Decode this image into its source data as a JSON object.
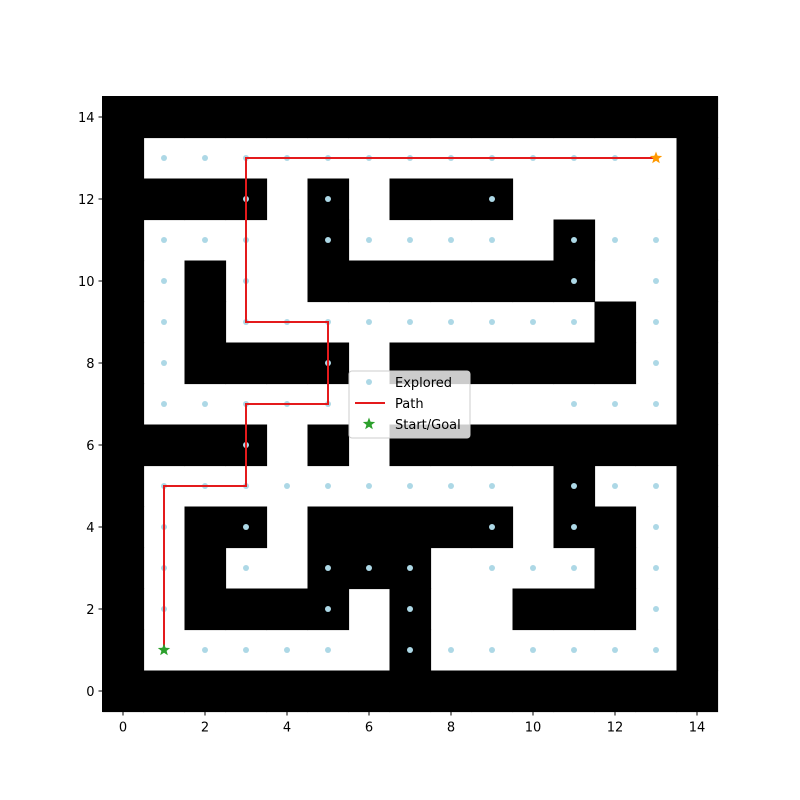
{
  "chart_data": {
    "type": "scatter",
    "title": "",
    "xlabel": "",
    "ylabel": "",
    "xlim": [
      -0.5,
      14.5
    ],
    "ylim": [
      -0.5,
      14.5
    ],
    "x_ticks": [
      "0",
      "2",
      "4",
      "6",
      "8",
      "10",
      "12",
      "14"
    ],
    "y_ticks": [
      "0",
      "2",
      "4",
      "6",
      "8",
      "10",
      "12",
      "14"
    ],
    "grid": false,
    "legend_position": "center",
    "colors": {
      "wall": "#000000",
      "free": "#ffffff",
      "explored": "#add8e6",
      "path": "#e41a1c",
      "start": "#2ca02c",
      "goal": "#ff9900"
    },
    "maze_rows_top_to_bottom": [
      "111111111111111",
      "100000000000001",
      "111101011100001",
      "100001000001001",
      "101001111111001",
      "101000000000101",
      "101111011111101",
      "100000000000001",
      "111101011111111",
      "100000000001001",
      "101101111101101",
      "101001110000101",
      "101111010011101",
      "100000010000001",
      "111111111111111"
    ],
    "maze_legend": "1 = wall, 0 = free cell; column index = x, top row is y = 14",
    "explored": [
      [
        1,
        1
      ],
      [
        2,
        1
      ],
      [
        3,
        1
      ],
      [
        4,
        1
      ],
      [
        5,
        1
      ],
      [
        7,
        1
      ],
      [
        8,
        1
      ],
      [
        9,
        1
      ],
      [
        10,
        1
      ],
      [
        11,
        1
      ],
      [
        12,
        1
      ],
      [
        13,
        1
      ],
      [
        1,
        2
      ],
      [
        5,
        2
      ],
      [
        7,
        2
      ],
      [
        13,
        2
      ],
      [
        1,
        3
      ],
      [
        3,
        3
      ],
      [
        5,
        3
      ],
      [
        6,
        3
      ],
      [
        7,
        3
      ],
      [
        9,
        3
      ],
      [
        10,
        3
      ],
      [
        11,
        3
      ],
      [
        13,
        3
      ],
      [
        1,
        4
      ],
      [
        3,
        4
      ],
      [
        9,
        4
      ],
      [
        11,
        4
      ],
      [
        13,
        4
      ],
      [
        1,
        5
      ],
      [
        2,
        5
      ],
      [
        3,
        5
      ],
      [
        4,
        5
      ],
      [
        5,
        5
      ],
      [
        6,
        5
      ],
      [
        7,
        5
      ],
      [
        8,
        5
      ],
      [
        9,
        5
      ],
      [
        11,
        5
      ],
      [
        12,
        5
      ],
      [
        13,
        5
      ],
      [
        3,
        6
      ],
      [
        1,
        7
      ],
      [
        2,
        7
      ],
      [
        3,
        7
      ],
      [
        4,
        7
      ],
      [
        5,
        7
      ],
      [
        11,
        7
      ],
      [
        12,
        7
      ],
      [
        13,
        7
      ],
      [
        1,
        8
      ],
      [
        5,
        8
      ],
      [
        13,
        8
      ],
      [
        1,
        9
      ],
      [
        3,
        9
      ],
      [
        4,
        9
      ],
      [
        5,
        9
      ],
      [
        6,
        9
      ],
      [
        7,
        9
      ],
      [
        8,
        9
      ],
      [
        9,
        9
      ],
      [
        10,
        9
      ],
      [
        11,
        9
      ],
      [
        13,
        9
      ],
      [
        1,
        10
      ],
      [
        3,
        10
      ],
      [
        11,
        10
      ],
      [
        13,
        10
      ],
      [
        1,
        11
      ],
      [
        2,
        11
      ],
      [
        3,
        11
      ],
      [
        5,
        11
      ],
      [
        6,
        11
      ],
      [
        7,
        11
      ],
      [
        8,
        11
      ],
      [
        9,
        11
      ],
      [
        11,
        11
      ],
      [
        12,
        11
      ],
      [
        13,
        11
      ],
      [
        3,
        12
      ],
      [
        5,
        12
      ],
      [
        9,
        12
      ],
      [
        1,
        13
      ],
      [
        2,
        13
      ],
      [
        3,
        13
      ],
      [
        4,
        13
      ],
      [
        5,
        13
      ],
      [
        6,
        13
      ],
      [
        7,
        13
      ],
      [
        8,
        13
      ],
      [
        9,
        13
      ],
      [
        10,
        13
      ],
      [
        11,
        13
      ],
      [
        12,
        13
      ],
      [
        13,
        13
      ]
    ],
    "path": [
      [
        1,
        1
      ],
      [
        1,
        2
      ],
      [
        1,
        3
      ],
      [
        1,
        4
      ],
      [
        1,
        5
      ],
      [
        2,
        5
      ],
      [
        3,
        5
      ],
      [
        3,
        6
      ],
      [
        3,
        7
      ],
      [
        4,
        7
      ],
      [
        5,
        7
      ],
      [
        5,
        8
      ],
      [
        5,
        9
      ],
      [
        4,
        9
      ],
      [
        3,
        9
      ],
      [
        3,
        10
      ],
      [
        3,
        11
      ],
      [
        3,
        12
      ],
      [
        3,
        13
      ],
      [
        4,
        13
      ],
      [
        5,
        13
      ],
      [
        6,
        13
      ],
      [
        7,
        13
      ],
      [
        8,
        13
      ],
      [
        9,
        13
      ],
      [
        10,
        13
      ],
      [
        11,
        13
      ],
      [
        12,
        13
      ],
      [
        13,
        13
      ]
    ],
    "start": [
      1,
      1
    ],
    "goal": [
      13,
      13
    ],
    "legend": [
      "Explored",
      "Path",
      "Start/Goal"
    ]
  }
}
